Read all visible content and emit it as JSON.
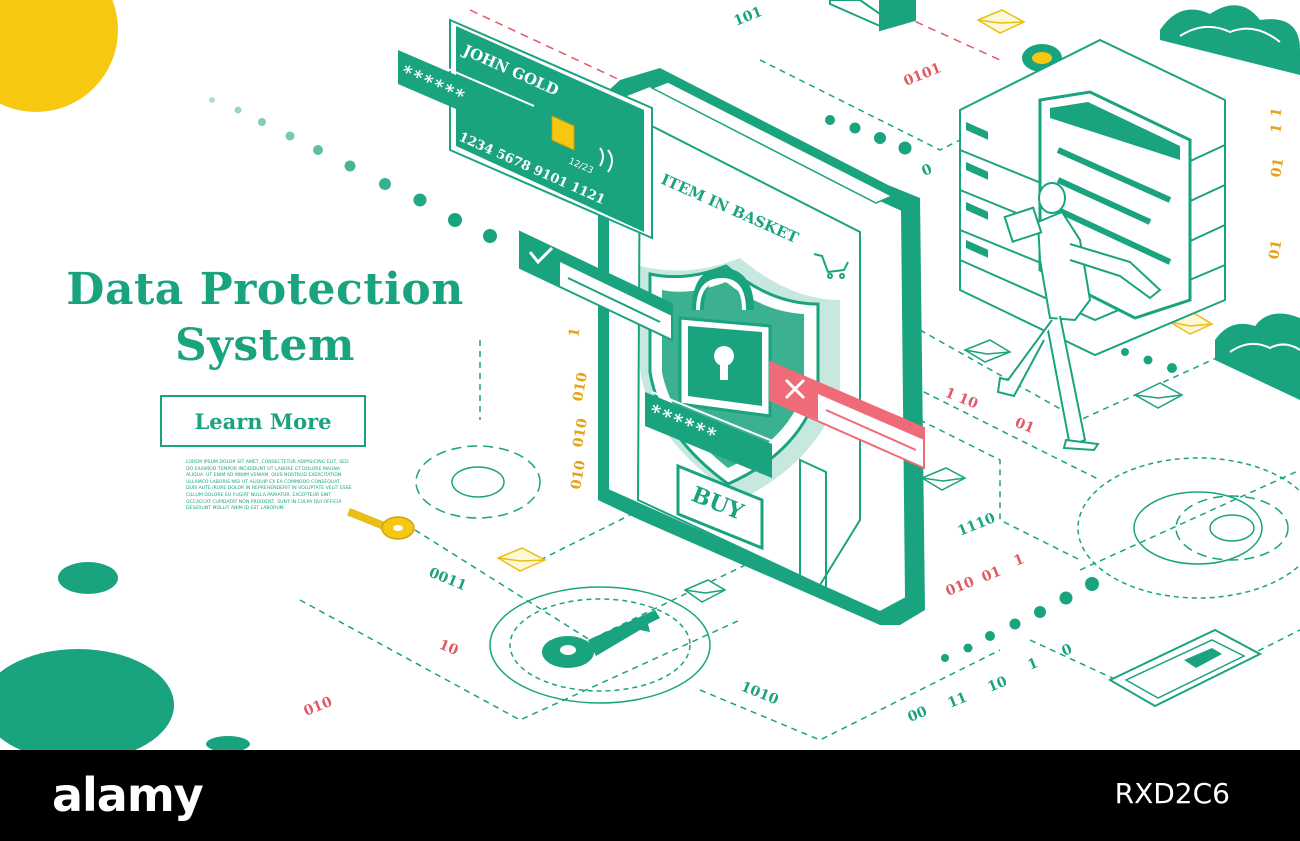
{
  "hero": {
    "title_line1": "Data Protection",
    "title_line2": "System",
    "cta_label": "Learn More",
    "lorem": "Lorem ipsum dolor sit amet, consectetur adipisicing elit, sed do eiusmod tempor incididunt ut labore et dolore magna aliqua. Ut enim ad minim veniam, quis nostrud exercitation ullamco laboris nisi ut aliquip ex ea commodo consequat. Duis aute irure dolor in reprehenderit in voluptate velit esse cillum dolore eu fugiat nulla pariatur. Excepteur sint occaecat cupidatat non proident, sunt in culpa qui officia deserunt mollit anim id est laborum."
  },
  "card": {
    "holder": "JOHN GOLD",
    "number": "1234 5678 9101 1121",
    "expiry": "12/23",
    "masked": "******"
  },
  "phone": {
    "basket_label": "ITEM IN BASKET",
    "pin_mask": "******",
    "buy_label": "BUY"
  },
  "binary": [
    "101",
    "0101",
    "1",
    "010",
    "010",
    "010",
    "1",
    "01",
    "1",
    "01",
    "0",
    "0011",
    "10",
    "010",
    "1010",
    "1110",
    "1 10",
    "01",
    "010",
    "01",
    "1",
    "00",
    "11",
    "10",
    "1",
    "0"
  ],
  "icons": [
    "credit-card-icon",
    "lock-icon",
    "shield-icon",
    "key-icon",
    "gear-icon",
    "envelope-icon",
    "server-icon",
    "cloud-icon",
    "person-icon",
    "cart-icon",
    "checkmark-icon",
    "close-icon"
  ],
  "colors": {
    "primary": "#1aa37f",
    "accent_yellow": "#f5c518",
    "alert_red": "#f06b78",
    "code_red": "#e05a63",
    "footer_bg": "#000000"
  },
  "footer": {
    "brand": "alamy",
    "image_id": "RXD2C6"
  }
}
